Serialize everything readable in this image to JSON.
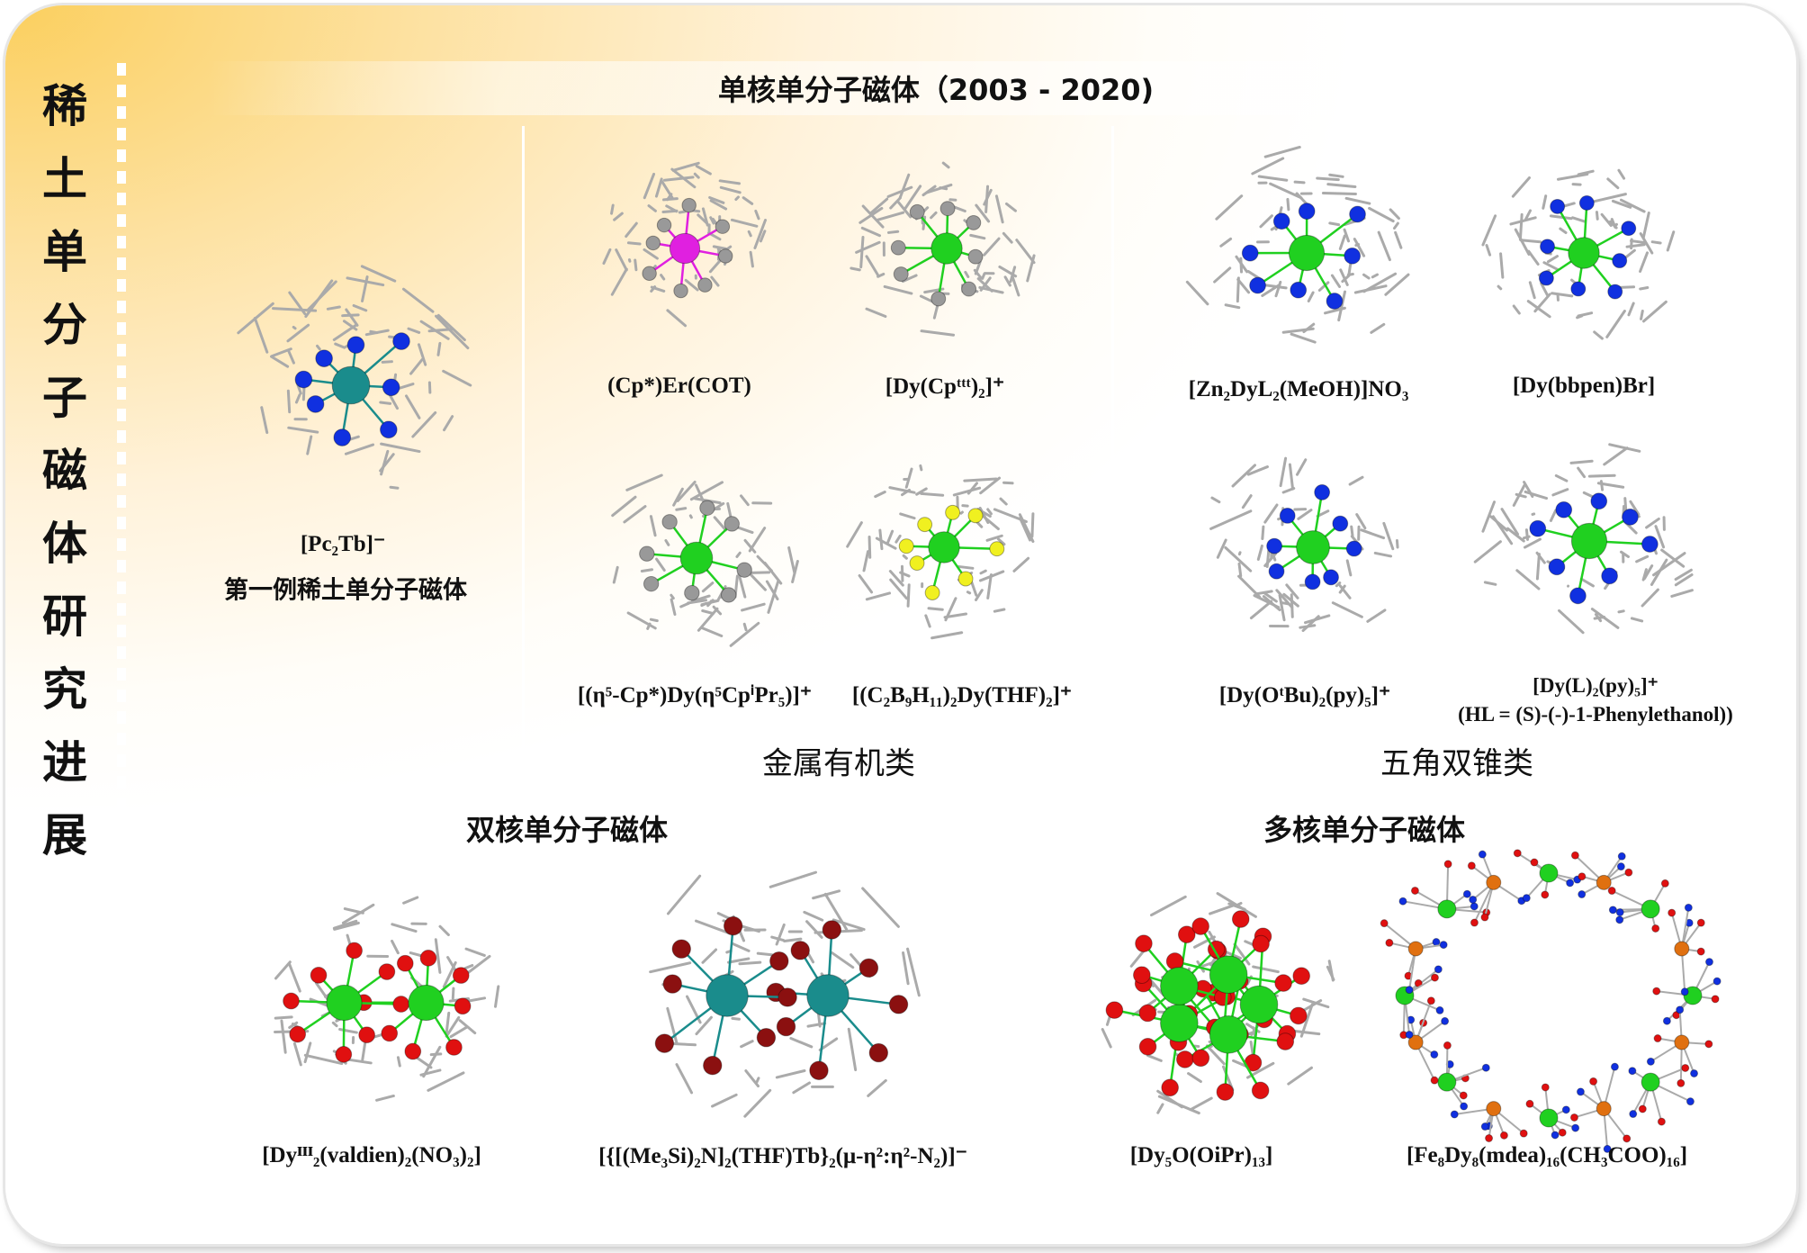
{
  "side_title": [
    "稀",
    "土",
    "单",
    "分",
    "子",
    "磁",
    "体",
    "研",
    "究",
    "进",
    "展"
  ],
  "header": {
    "mononuclear": "单核单分子磁体（2003 - 2020)",
    "dinuclear": "双核单分子磁体",
    "polynuclear": "多核单分子磁体"
  },
  "categories": {
    "organometallic": "金属有机类",
    "pentagonal_bipyramid": "五角双锥类"
  },
  "molecules": {
    "pc2tb": {
      "label": "[Pc₂Tb]⁻",
      "note": "第一例稀土单分子磁体",
      "center_color": "#1a8c8c",
      "ligand_color": "#1030e0"
    },
    "cp_er_cot": {
      "label": "(Cp*)Er(COT)",
      "center_color": "#e020e0",
      "ligand_color": "#999999"
    },
    "dy_cpttt": {
      "label": "[Dy(Cpᵗᵗᵗ)₂]⁺",
      "center_color": "#20d020",
      "ligand_color": "#999999"
    },
    "zn2dy": {
      "label": "[Zn₂DyL₂(MeOH)]NO₃",
      "center_color": "#20d020",
      "ligand_color": "#1030e0"
    },
    "dy_bbpen": {
      "label": "[Dy(bbpen)Br]",
      "center_color": "#20d020",
      "ligand_color": "#1030e0"
    },
    "cp_dy_cpipr": {
      "label": "[(η⁵-Cp*)Dy(η⁵CpⁱPr₅)]⁺",
      "center_color": "#20d020",
      "ligand_color": "#999999"
    },
    "carborane": {
      "label": "[(C₂B₉H₁₁)₂Dy(THF)₂]⁺",
      "center_color": "#20d020",
      "ligand_color": "#f0f020"
    },
    "dy_otbu": {
      "label": "[Dy(OᵗBu)₂(py)₅]⁺",
      "center_color": "#20d020",
      "ligand_color": "#1030e0"
    },
    "dy_l_py": {
      "label": "[Dy(L)₂(py)₅]⁺",
      "note": "(HL = (S)-(-)-1-Phenylethanol))",
      "center_color": "#20d020",
      "ligand_color": "#1030e0"
    },
    "dy2_valdien": {
      "label": "[Dyᴵᴵᴵ₂(valdien)₂(NO₃)₂]",
      "center_color": "#20d020",
      "ligand_color": "#e01010"
    },
    "tb2_n2": {
      "label": "[{[(Me₃Si)₂N]₂(THF)Tb}₂(μ-η²:η²-N₂)]⁻",
      "center_color": "#1a8c8c",
      "ligand_color": "#8b1010"
    },
    "dy5o": {
      "label": "[Dy₅O(OiPr)₁₃]",
      "center_color": "#20d020",
      "ligand_color": "#e01010"
    },
    "fe8dy8": {
      "label": "[Fe₈Dy₈(mdea)₁₆(CH₃COO)₁₆]",
      "center_color": "#20d020",
      "ligand_color": "#e07010"
    }
  }
}
